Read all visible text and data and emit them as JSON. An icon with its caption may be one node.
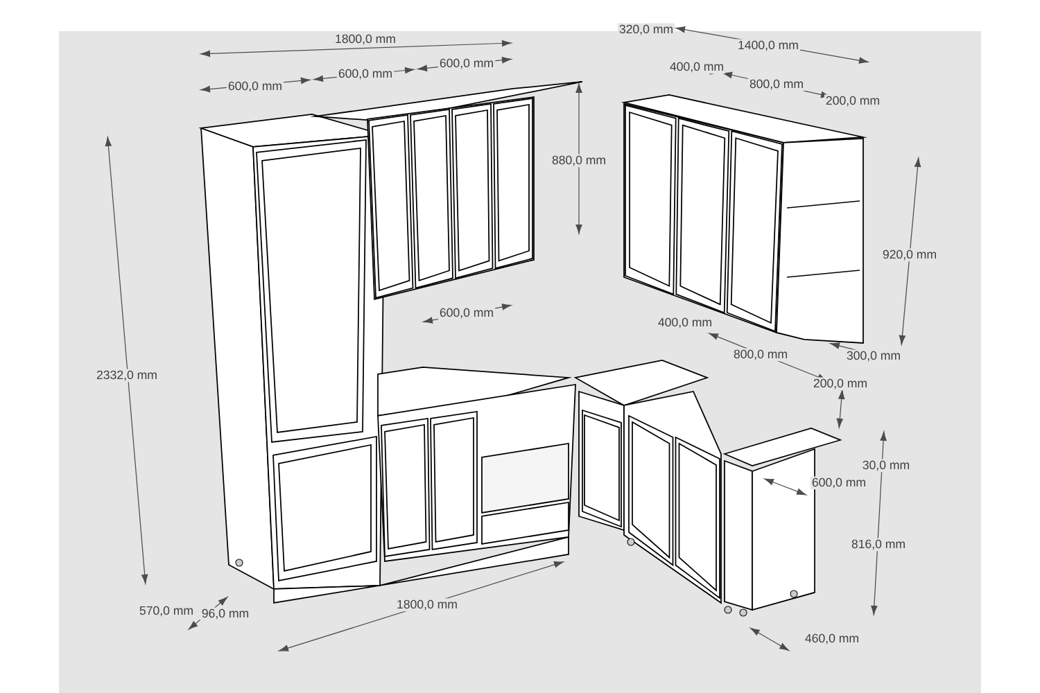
{
  "diagram": {
    "labels": [
      "1800,0 mm",
      "320,0 mm",
      "1400,0 mm",
      "600,0 mm",
      "400,0 mm",
      "600,0 mm",
      "600,0 mm",
      "800,0 mm",
      "200,0 mm",
      "880,0 mm",
      "920,0 mm",
      "600,0 mm",
      "400,0 mm",
      "800,0 mm",
      "300,0 mm",
      "2332,0 mm",
      "200,0 mm",
      "30,0 mm",
      "600,0 mm",
      "816,0 mm",
      "1800,0 mm",
      "570,0 mm",
      "96,0 mm",
      "460,0 mm"
    ]
  }
}
